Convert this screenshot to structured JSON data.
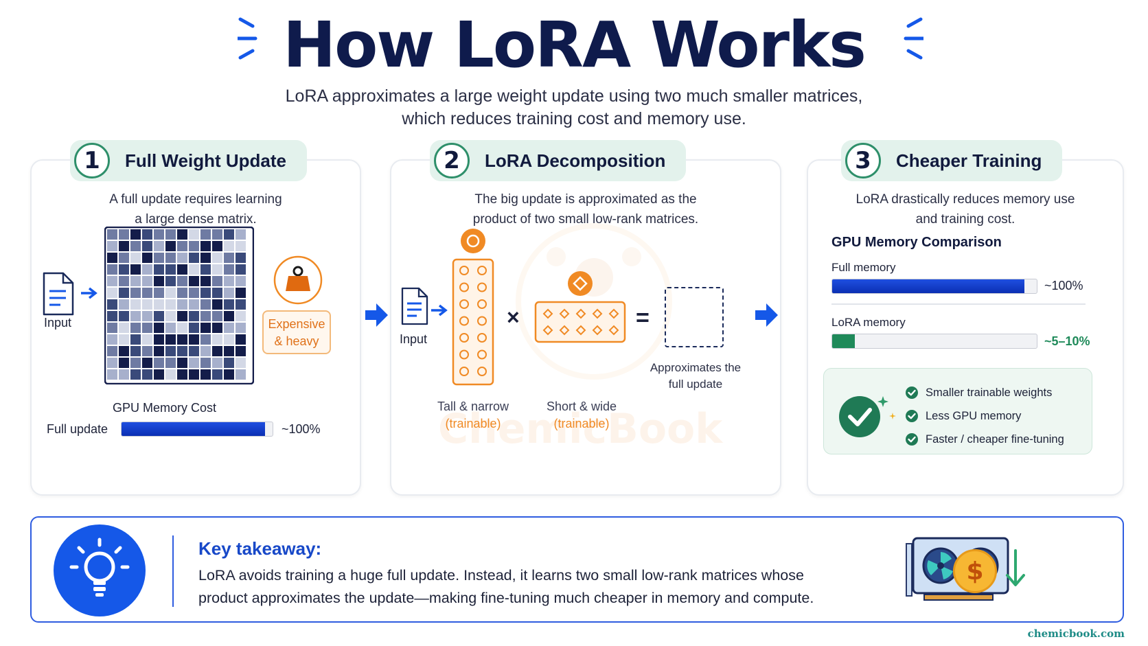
{
  "header": {
    "title": "How LoRA Works",
    "subtitle_lines": [
      "LoRA approximates a large weight update using two much smaller matrices,",
      "which reduces training cost and memory use."
    ]
  },
  "panel1": {
    "number": "1",
    "title": "Full Weight Update",
    "desc_lines": [
      "A full update requires learning",
      "a large dense matrix."
    ],
    "input_label": "Input",
    "badge_lines": [
      "Expensive",
      "& heavy"
    ],
    "memory_title": "GPU Memory Cost",
    "bar_label": "Full update",
    "bar_value_text": "~100%",
    "bar_fraction": 0.95
  },
  "panel2": {
    "number": "2",
    "title": "LoRA Decomposition",
    "desc_lines": [
      "The big update is approximated as the",
      "product of two small low-rank matrices."
    ],
    "input_label": "Input",
    "times": "×",
    "equals": "=",
    "tall_label": "Tall & narrow",
    "tall_sub": "(trainable)",
    "wide_label": "Short & wide",
    "wide_sub": "(trainable)",
    "approx_lines": [
      "Approximates the",
      "full update"
    ],
    "watermark": "ChemicBook"
  },
  "panel3": {
    "number": "3",
    "title": "Cheaper Training",
    "desc_lines": [
      "LoRA drastically reduces memory use",
      "and training cost."
    ],
    "comparison_title": "GPU Memory Comparison",
    "full_label": "Full memory",
    "full_value_text": "~100%",
    "full_fraction": 0.94,
    "lora_label": "LoRA memory",
    "lora_value_text": "~5–10%",
    "lora_fraction": 0.11,
    "benefits": [
      "Smaller trainable weights",
      "Less GPU memory",
      "Faster / cheaper fine-tuning"
    ]
  },
  "takeaway": {
    "heading": "Key takeaway:",
    "body_lines": [
      "LoRA avoids training a huge full update. Instead, it learns two small low-rank matrices whose",
      "product approximates the update—making fine-tuning much cheaper in memory and compute."
    ],
    "dollar": "$"
  },
  "footer": "chemicbook.com",
  "colors": {
    "navy": "#0f1b4c",
    "accent_blue": "#1558e8",
    "orange": "#f08a24",
    "green": "#1f8a5a",
    "mint": "#e3f2ec"
  }
}
